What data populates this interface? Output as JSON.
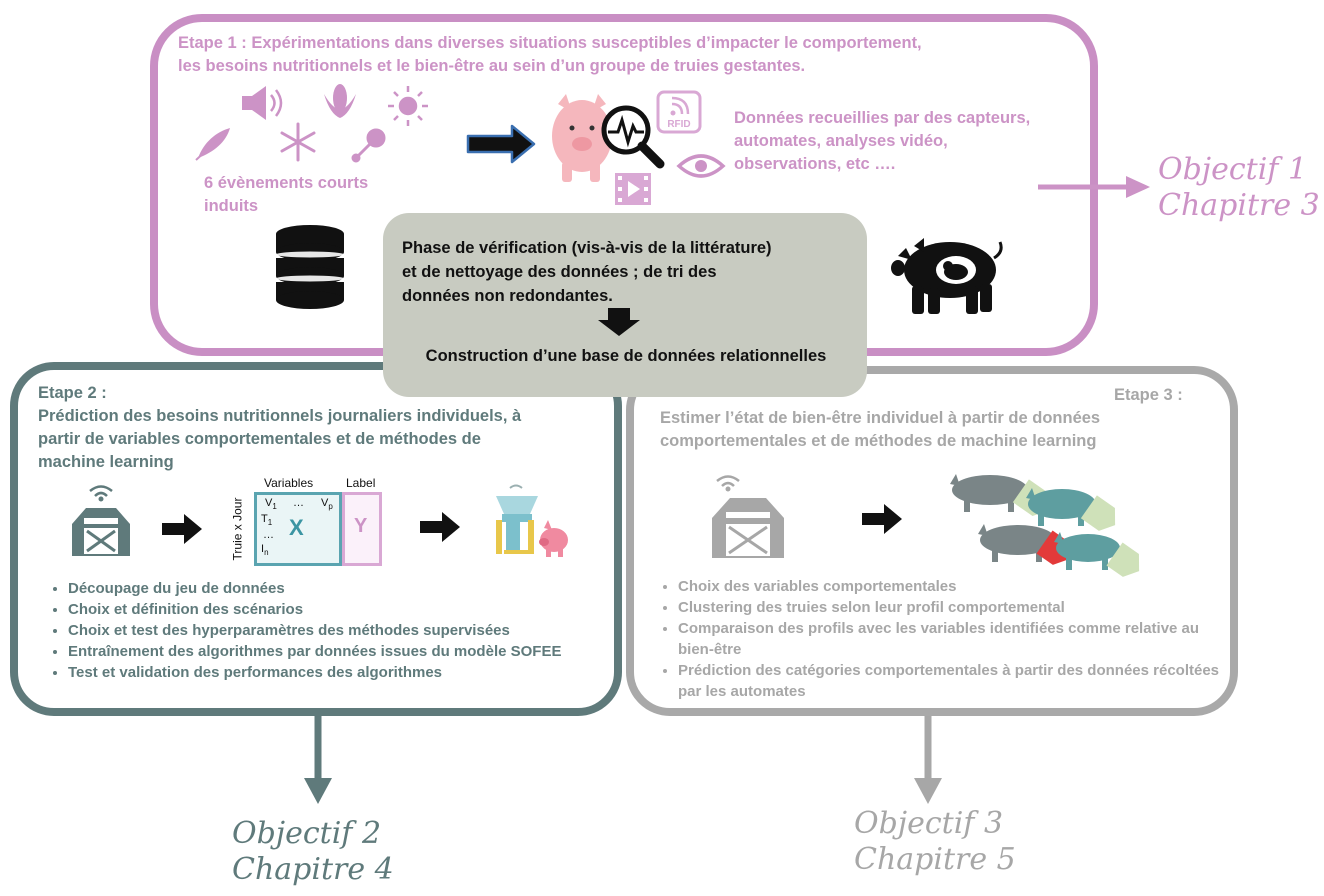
{
  "etape1": {
    "title_line1": "Etape 1 : Expérimentations dans diverses situations susceptibles d’impacter le comportement,",
    "title_line2": "les besoins nutritionnels et le bien-être au sein d’un groupe de truies gestantes.",
    "events_line1": "6 évènements courts",
    "events_line2": "induits",
    "data_line1": "Données recueillies par des capteurs,",
    "data_line2": "automates, analyses vidéo,",
    "data_line3": "observations, etc ….",
    "rfid_label": "RFID"
  },
  "center": {
    "line1": "Phase de vérification (vis-à-vis de la littérature)",
    "line2": "et de nettoyage des données ; de tri des",
    "line3": "données non redondantes.",
    "result": "Construction d’une base de données relationnelles"
  },
  "etape2": {
    "label": "Etape 2 :",
    "title_line1": "Prédiction des besoins nutritionnels journaliers individuels, à",
    "title_line2": "partir de variables comportementales et de méthodes de",
    "title_line3": "machine learning",
    "matrix": {
      "variables": "Variables",
      "label": "Label",
      "rows_axis": "Truie x Jour",
      "x": "X",
      "y": "Y",
      "v1": "V",
      "v1_sub": "1",
      "dots": "…",
      "vp": "V",
      "vp_sub": "p",
      "t1": "T",
      "t1_sub": "1",
      "vdots": "…",
      "in": "I",
      "in_sub": "n"
    },
    "bullets": [
      "Découpage du jeu de données",
      "Choix et définition des scénarios",
      "Choix et test des hyperparamètres des méthodes supervisées",
      "Entraînement des algorithmes par données issues du modèle SOFEE",
      "Test et validation des performances des algorithmes"
    ]
  },
  "etape3": {
    "label": "Etape 3 :",
    "title_line1": "Estimer l’état de bien-être individuel à partir de données",
    "title_line2": "comportementales et de méthodes de machine learning",
    "bullets": [
      "Choix des variables comportementales",
      "Clustering des truies selon leur profil comportemental",
      "Comparaison des profils avec les variables identifiées comme relative au bien-être",
      "Prédiction des catégories comportementales à partir des données récoltées par les automates"
    ]
  },
  "objectifs": {
    "obj1": "Objectif 1",
    "chap3": "Chapitre 3",
    "obj2": "Objectif 2",
    "chap4": "Chapitre 4",
    "obj3": "Objectif 3",
    "chap5": "Chapitre 5"
  },
  "colors": {
    "pink": "#cc93c6",
    "teal": "#5f7a7b",
    "grey": "#a7a7a7",
    "center_bg": "#c8cbc1"
  }
}
